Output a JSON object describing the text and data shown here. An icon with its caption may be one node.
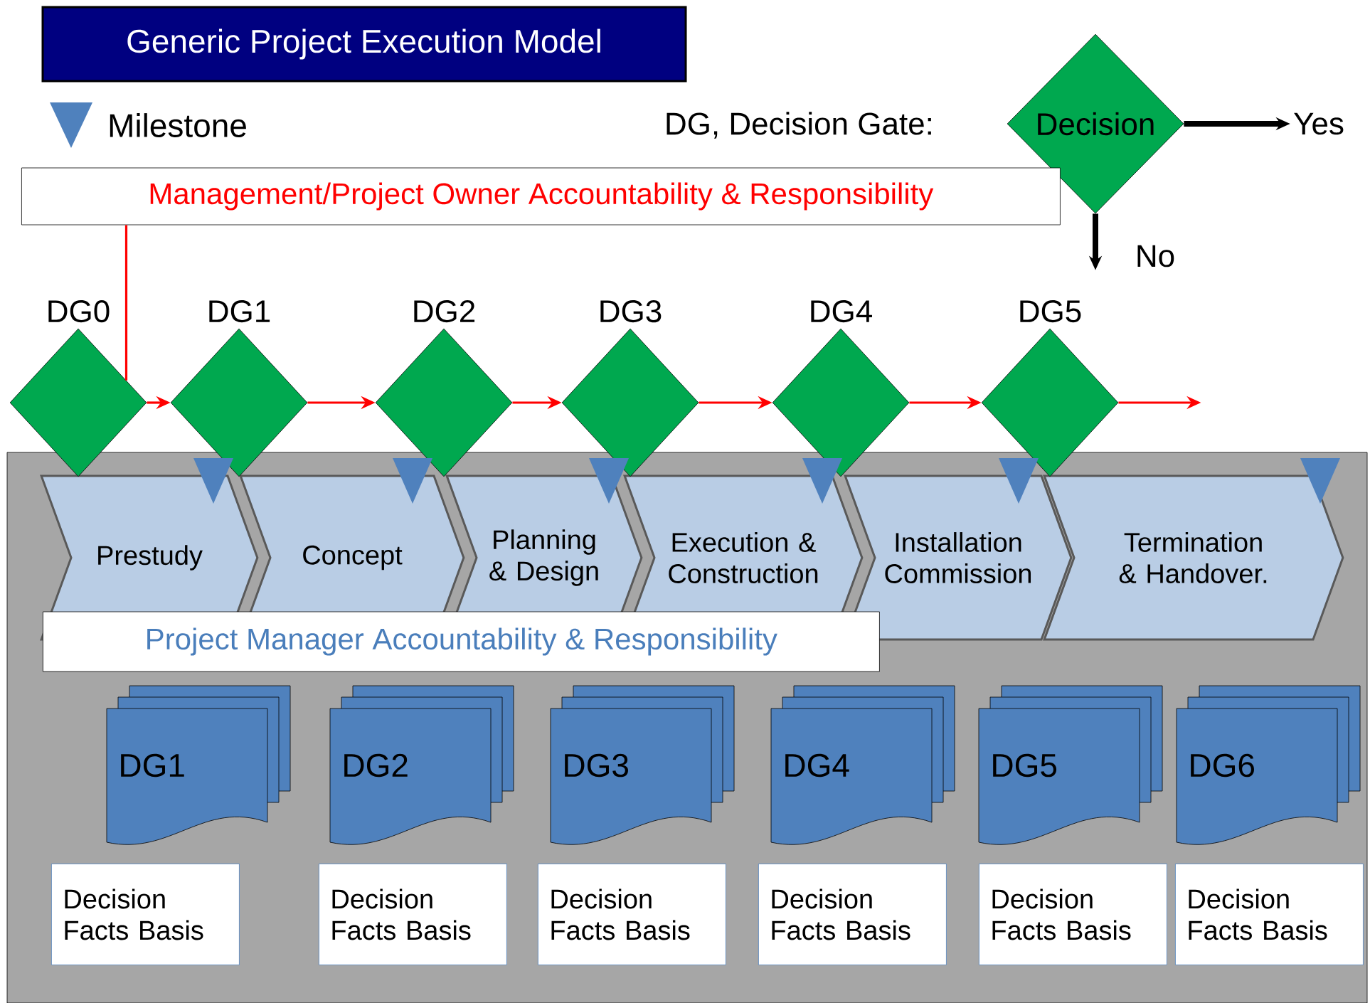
{
  "diagram": {
    "nodes": [
      {
        "text": [
          "Generic Project Execution Model"
        ]
      },
      {
        "text": [
          "Decision"
        ]
      },
      {
        "text": [
          "Yes"
        ]
      },
      {
        "text": [
          "No"
        ]
      },
      {
        "text": [
          "Management/Project  Owner Accountability & Responsibility"
        ]
      },
      {
        "text": [],
        "shape": "box"
      },
      {
        "text": [
          "DG0"
        ]
      },
      {
        "text": [
          "DG1"
        ]
      },
      {
        "text": [
          "DG2"
        ]
      },
      {
        "text": [
          "DG3"
        ]
      },
      {
        "text": [
          "DG4"
        ]
      },
      {
        "text": [
          "DG5"
        ]
      },
      {
        "text": [
          "Prestudy"
        ],
        "in": 5
      },
      {
        "text": [
          "Concept"
        ],
        "in": 5
      },
      {
        "text": [
          "Planning & Design"
        ],
        "in": 5
      },
      {
        "text": [
          "Execution & Construction"
        ],
        "in": 5
      },
      {
        "text": [
          "Installation Commission"
        ],
        "in": 5
      },
      {
        "text": [
          "Termination & Handover."
        ],
        "in": 5
      },
      {
        "text": [
          "Project Manager  Accountability & Responsibility"
        ],
        "in": 5
      },
      {
        "text": [
          "DG1"
        ],
        "in": 5
      },
      {
        "text": [
          "DG2"
        ],
        "in": 5
      },
      {
        "text": [
          "DG3"
        ],
        "in": 5
      },
      {
        "text": [
          "DG4"
        ],
        "in": 5
      },
      {
        "text": [
          "DG5"
        ],
        "in": 5
      },
      {
        "text": [
          "DG6"
        ],
        "in": 5
      },
      {
        "text": [
          "Decision Facts Basis"
        ],
        "in": 5
      },
      {
        "text": [
          "Decision Facts Basis"
        ],
        "in": 5
      },
      {
        "text": [
          "Decision Facts Basis"
        ],
        "in": 5
      },
      {
        "text": [
          "Decision Facts Basis"
        ],
        "in": 5
      },
      {
        "text": [
          "Decision Facts Basis"
        ],
        "in": 5
      },
      {
        "text": [
          "Decision Facts Basis"
        ],
        "in": 5
      }
    ],
    "edges": [
      {
        "from": 1,
        "to": 2,
        "arrow": "to",
        "style": "thick",
        "color": "#000000"
      },
      {
        "from": 1,
        "to": 3,
        "arrow": "to",
        "style": "thick",
        "color": "#000000"
      },
      {
        "from": 4,
        "to": 6,
        "arrow": "none"
      },
      {
        "from": 6,
        "to": 7,
        "arrow": "to"
      },
      {
        "from": 7,
        "to": 8,
        "arrow": "to"
      },
      {
        "from": 8,
        "to": 9,
        "arrow": "to"
      },
      {
        "from": 9,
        "to": 10,
        "arrow": "to"
      },
      {
        "from": 10,
        "to": 11,
        "arrow": "to"
      },
      {
        "from": 11,
        "to": null,
        "arrow": "to"
      }
    ],
    "labels": [
      "DG, Decision Gate:"
    ],
    "legend": [
      {
        "text": "Milestone"
      }
    ]
  }
}
